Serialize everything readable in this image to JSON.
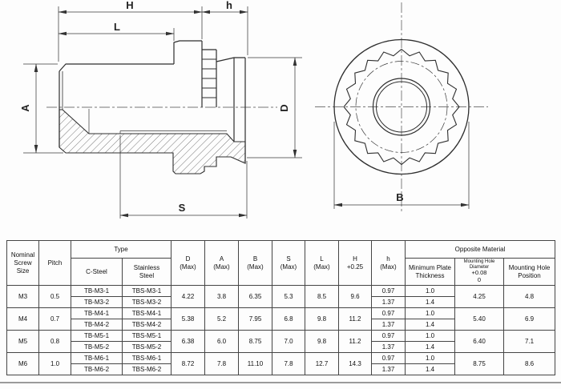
{
  "drawing": {
    "labels": {
      "H": "H",
      "h": "h",
      "L": "L",
      "A": "A",
      "D": "D",
      "S": "S",
      "B": "B"
    }
  },
  "table": {
    "headers": {
      "nominal": "Nominal\nScrew\nSize",
      "pitch": "Pitch",
      "type": "Type",
      "c_steel": "C-Steel",
      "stainless": "Stainless\nSteel",
      "d": "D\n(Max)",
      "a": "A\n(Max)",
      "b": "B\n(Max)",
      "s": "S\n(Max)",
      "l": "L\n(Max)",
      "h_upper": "H\n+0.25",
      "h_lower": "h\n(Max)",
      "opposite": "Opposite Material",
      "min_plate": "Minimum Plate\nThickness",
      "hole_dia_title": "Mounting Hole Diameter",
      "hole_dia_tol_top": "+0.08",
      "hole_dia_tol_bottom": "0",
      "hole_pos": "Mounting Hole\nPosition"
    },
    "rows": [
      {
        "size": "M3",
        "pitch": "0.5",
        "c1": "TB-M3-1",
        "s1": "TBS-M3-1",
        "c2": "TB-M3-2",
        "s2": "TBS-M3-2",
        "d": "4.22",
        "a": "3.8",
        "b": "6.35",
        "s": "5.3",
        "l": "8.5",
        "h_cap": "9.6",
        "h1": "0.97",
        "p1": "1.0",
        "h2": "1.37",
        "p2": "1.4",
        "dia": "4.25",
        "pos": "4.8"
      },
      {
        "size": "M4",
        "pitch": "0.7",
        "c1": "TB-M4-1",
        "s1": "TBS-M4-1",
        "c2": "TB-M4-2",
        "s2": "TBS-M4-2",
        "d": "5.38",
        "a": "5.2",
        "b": "7.95",
        "s": "6.8",
        "l": "9.8",
        "h_cap": "11.2",
        "h1": "0.97",
        "p1": "1.0",
        "h2": "1.37",
        "p2": "1.4",
        "dia": "5.40",
        "pos": "6.9"
      },
      {
        "size": "M5",
        "pitch": "0.8",
        "c1": "TB-M5-1",
        "s1": "TBS-M5-1",
        "c2": "TB-M5-2",
        "s2": "TBS-M5-2",
        "d": "6.38",
        "a": "6.0",
        "b": "8.75",
        "s": "7.0",
        "l": "9.8",
        "h_cap": "11.2",
        "h1": "0.97",
        "p1": "1.0",
        "h2": "1.37",
        "p2": "1.4",
        "dia": "6.40",
        "pos": "7.1"
      },
      {
        "size": "M6",
        "pitch": "1.0",
        "c1": "TB-M6-1",
        "s1": "TBS-M6-1",
        "c2": "TB-M6-2",
        "s2": "TBS-M6-2",
        "d": "8.72",
        "a": "7.8",
        "b": "11.10",
        "s": "7.8",
        "l": "12.7",
        "h_cap": "14.3",
        "h1": "0.97",
        "p1": "1.0",
        "h2": "1.37",
        "p2": "1.4",
        "dia": "8.75",
        "pos": "8.6"
      }
    ]
  }
}
